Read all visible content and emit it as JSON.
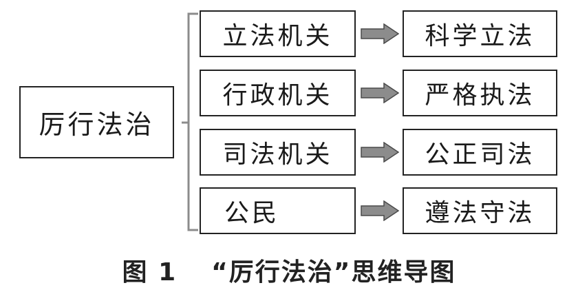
{
  "root": {
    "label": "厉行法治"
  },
  "rows": [
    {
      "actor": "立法机关",
      "principle": "科学立法"
    },
    {
      "actor": "行政机关",
      "principle": "严格执法"
    },
    {
      "actor": "司法机关",
      "principle": "公正司法"
    },
    {
      "actor": "公民",
      "principle": "遵法守法"
    }
  ],
  "caption": {
    "figure_number": "图 1",
    "title": "“厉行法治”思维导图"
  },
  "colors": {
    "border": "#222222",
    "bracket": "#8c8c8c",
    "arrow_fill": "#8c8c8c",
    "arrow_stroke": "#4a4a4a"
  }
}
